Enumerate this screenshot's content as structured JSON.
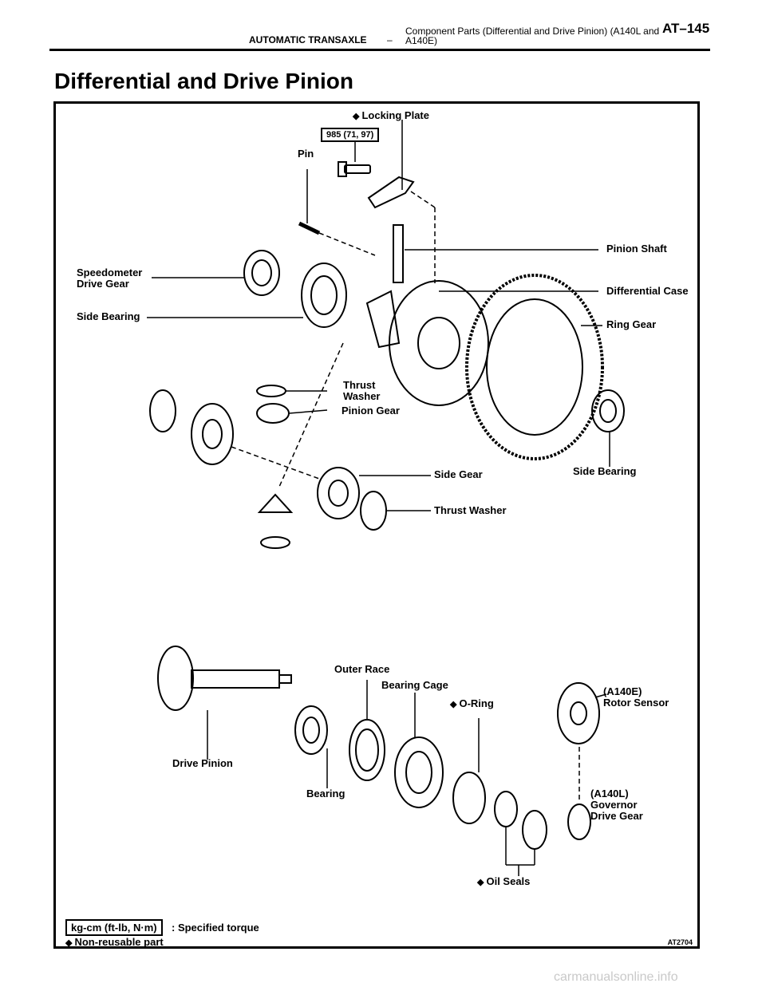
{
  "header": {
    "section": "AUTOMATIC TRANSAXLE",
    "dash": "–",
    "title": "Component Parts (Differential and Drive Pinion) (A140L and A140E)",
    "page": "AT–145"
  },
  "page_title": "Differential and Drive Pinion",
  "figure": {
    "diamond": "◆",
    "torque": "985 (71, 97)",
    "labels": {
      "locking_plate": "Locking Plate",
      "pin": "Pin",
      "pinion_shaft": "Pinion Shaft",
      "speedometer_drive_gear_1": "Speedometer",
      "speedometer_drive_gear_2": "Drive Gear",
      "differential_case": "Differential Case",
      "side_bearing_left": "Side Bearing",
      "ring_gear": "Ring Gear",
      "thrust_washer_top_1": "Thrust",
      "thrust_washer_top_2": "Washer",
      "pinion_gear": "Pinion Gear",
      "side_gear": "Side Gear",
      "side_bearing_right": "Side Bearing",
      "thrust_washer_bottom": "Thrust Washer",
      "outer_race": "Outer Race",
      "bearing_cage": "Bearing Cage",
      "o_ring": "O-Ring",
      "rotor_sensor_1": "(A140E)",
      "rotor_sensor_2": "Rotor Sensor",
      "drive_pinion": "Drive Pinion",
      "bearing": "Bearing",
      "governor_drive_gear_1": "(A140L)",
      "governor_drive_gear_2": "Governor",
      "governor_drive_gear_3": "Drive Gear",
      "oil_seals": "Oil Seals"
    },
    "legend": {
      "torque_units": "kg-cm (ft-lb, N·m)",
      "torque_text": ": Specified torque",
      "non_reusable": "Non-reusable part"
    },
    "code": "AT2704"
  },
  "watermark": "carmanualsonline.info"
}
